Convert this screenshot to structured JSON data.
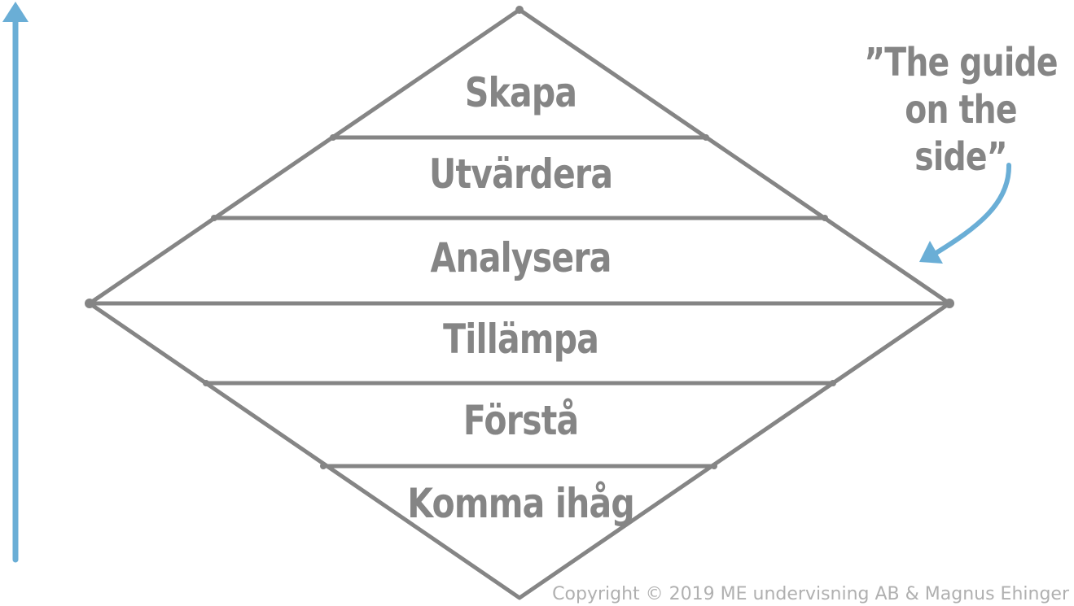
{
  "diagram": {
    "levels": [
      {
        "label": "Skapa"
      },
      {
        "label": "Utvärdera"
      },
      {
        "label": "Analysera"
      },
      {
        "label": "Tillämpa"
      },
      {
        "label": "Förstå"
      },
      {
        "label": "Komma ihåg"
      }
    ],
    "annotation": {
      "line1": "”The guide",
      "line2": "on the side”"
    },
    "copyright": "Copyright © 2019 ME undervisning AB & Magnus Ehinger",
    "colors": {
      "line": "#858585",
      "arrow": "#6aaed6",
      "copyright": "#b0b0b0"
    },
    "icons": {
      "vertical_arrow": "arrow-up-icon",
      "curved_arrow": "curved-arrow-icon"
    }
  }
}
